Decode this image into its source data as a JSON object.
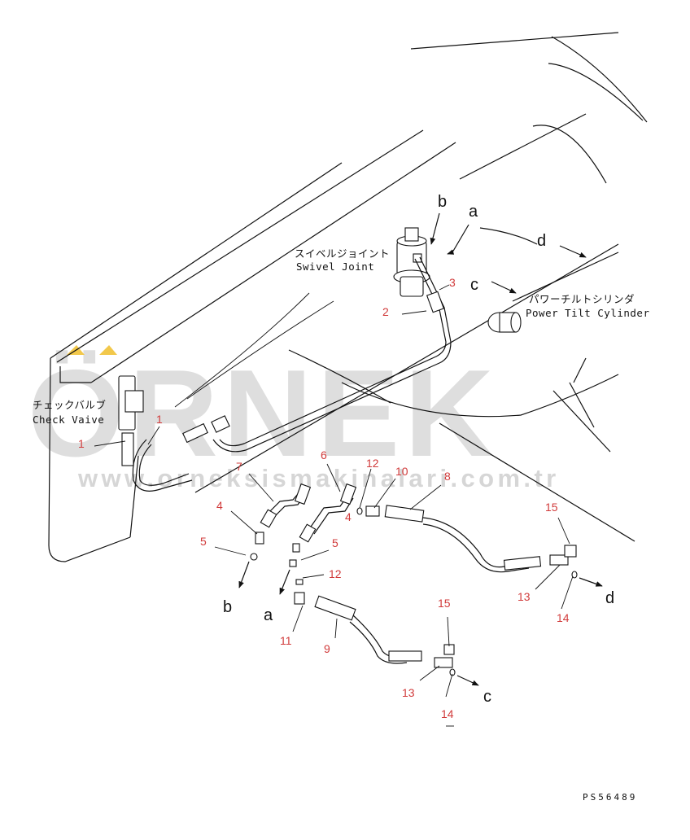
{
  "labels": {
    "swivel_jp": "スイベルジョイント",
    "swivel_en": "Swivel Joint",
    "tilt_jp": "パワーチルトシリンダ",
    "tilt_en": "Power Tilt Cylinder",
    "check_jp": "チェックバルブ",
    "check_en": "Check Vaive"
  },
  "watermark": {
    "brand": "ÖRNEK",
    "url": "www.orneksismakinalari.com.tr"
  },
  "drawing_code": "PS56489",
  "callouts": {
    "c1a": "1",
    "c1b": "1",
    "c2": "2",
    "c3": "3",
    "c4a": "4",
    "c4b": "4",
    "c5a": "5",
    "c5b": "5",
    "c6": "6",
    "c7": "7",
    "c8": "8",
    "c9": "9",
    "c10": "10",
    "c11": "11",
    "c12a": "12",
    "c12b": "12",
    "c13a": "13",
    "c13b": "13",
    "c14a": "14",
    "c14b": "14",
    "c15a": "15",
    "c15b": "15"
  },
  "letters": {
    "a_top": "a",
    "b_top": "b",
    "c_top": "c",
    "d_top": "d",
    "a_bot": "a",
    "b_bot": "b",
    "c_bot": "c",
    "d_bot": "d"
  }
}
